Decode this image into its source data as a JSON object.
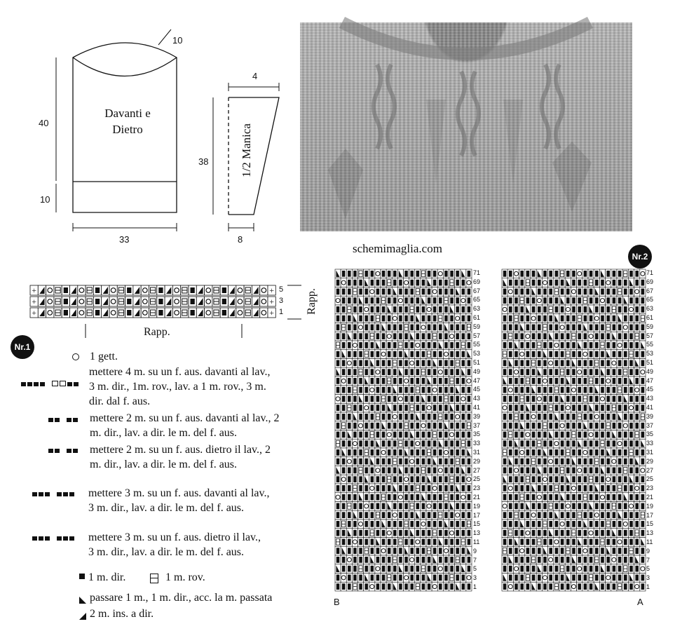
{
  "watermark": "schemimaglia.com",
  "schematic": {
    "body_label": "Davanti e\nDietro",
    "sleeve_label": "1/2 Manica",
    "dims": {
      "neck": "10",
      "body_height": "40",
      "rib_height": "10",
      "body_width": "33",
      "sleeve_top": "4",
      "sleeve_height": "38",
      "sleeve_bottom": "8"
    }
  },
  "chart1": {
    "badge": "Nr.1",
    "rows": [
      "5",
      "3",
      "1"
    ],
    "rapp_bottom": "Rapp.",
    "rapp_side": "Rapp."
  },
  "legend": {
    "items": [
      {
        "key": "yo",
        "text": "1 gett."
      },
      {
        "key": "c4",
        "text": "mettere 4 m. su un f. aus. davanti al lav.,\n3 m. dir., 1m. rov., lav. a 1 m. rov., 3 m.\ndir. dal f. aus."
      },
      {
        "key": "c2l",
        "text": "mettere 2 m. su un f. aus. davanti al lav., 2\nm. dir., lav. a dir. le m. del f. aus."
      },
      {
        "key": "c2r",
        "text": "mettere 2 m. su un f. aus. dietro il lav., 2\nm. dir., lav. a dir. le m. del f. aus."
      },
      {
        "key": "c3l",
        "text": "mettere 3 m. su un f. aus. davanti al lav.,\n3 m. dir., lav. a dir. le m. del f. aus."
      },
      {
        "key": "c3r",
        "text": "mettere 3 m. su un f. aus. dietro il lav.,\n3 m. dir., lav. a dir. le m. del f. aus."
      },
      {
        "key": "k1",
        "text": "1 m. dir."
      },
      {
        "key": "p1",
        "text": "1 m. rov."
      },
      {
        "key": "skp",
        "text": "passare 1 m., 1 m. dir., acc. la m. passata"
      },
      {
        "key": "k2tog",
        "text": "2 m. ins. a dir."
      }
    ]
  },
  "chart2": {
    "badge": "Nr.2",
    "label_left": "B",
    "label_right": "A",
    "row_numbers": [
      "71",
      "69",
      "67",
      "65",
      "63",
      "61",
      "59",
      "57",
      "55",
      "53",
      "51",
      "49",
      "47",
      "45",
      "43",
      "41",
      "39",
      "37",
      "35",
      "33",
      "31",
      "29",
      "27",
      "25",
      "23",
      "21",
      "19",
      "17",
      "15",
      "13",
      "11",
      "9",
      "7",
      "5",
      "3",
      "1"
    ]
  },
  "colors": {
    "ink": "#111111",
    "photo_gray": "#a8a8a8"
  }
}
